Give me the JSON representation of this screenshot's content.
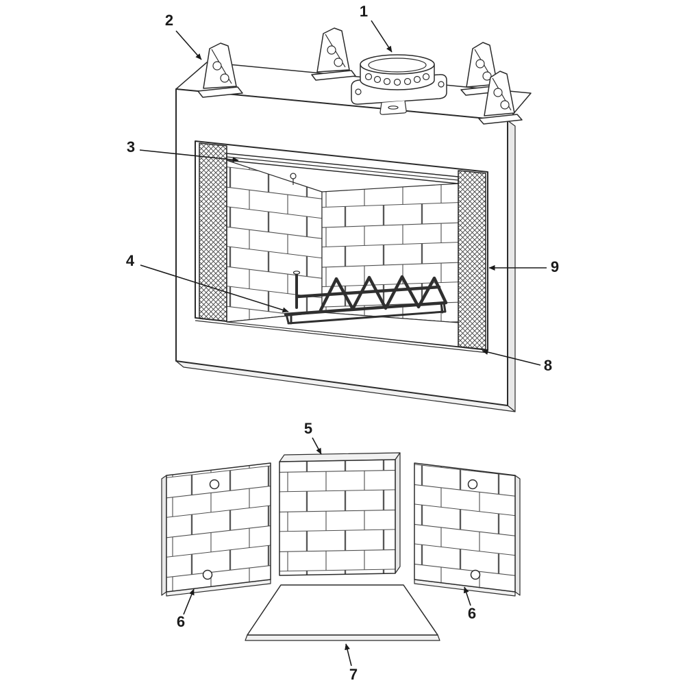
{
  "figure": {
    "colors": {
      "background": "#ffffff",
      "line": "#2a2a2a",
      "label": "#1a1a1a",
      "edge_shading": "#e8e8e8"
    },
    "callouts": {
      "c1": "1",
      "c2": "2",
      "c3": "3",
      "c4": "4",
      "c5": "5",
      "c6_left": "6",
      "c6_right": "6",
      "c7": "7",
      "c8": "8",
      "c9": "9"
    }
  }
}
